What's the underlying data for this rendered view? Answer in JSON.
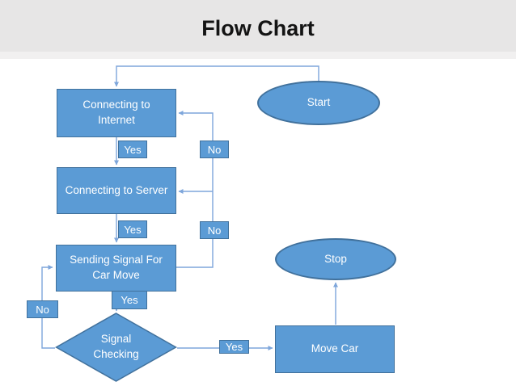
{
  "title": "Flow Chart",
  "colors": {
    "shape_fill": "#5B9BD5",
    "shape_border": "#41719C",
    "connector": "#7EA6DB",
    "title_band": "#E7E6E6",
    "shape_text": "#FFFFFF",
    "title_text": "#141414"
  },
  "nodes": {
    "start": "Start",
    "connecting_to_internet": "Connecting to\nInternet",
    "connecting_to_server": "Connecting to Server",
    "sending_signal_for_car_move": "Sending Signal For\nCar Move",
    "signal_checking": "Signal\nChecking",
    "move_car": "Move Car",
    "stop": "Stop"
  },
  "edge_labels": {
    "internet_yes": "Yes",
    "internet_no": "No",
    "server_yes": "Yes",
    "server_no": "No",
    "signal_yes": "Yes",
    "check_no": "No",
    "check_yes": "Yes"
  },
  "edges": [
    {
      "from": "start",
      "to": "connecting_to_internet",
      "label": ""
    },
    {
      "from": "connecting_to_internet",
      "to": "connecting_to_server",
      "label": "Yes"
    },
    {
      "from": "connecting_to_server",
      "to": "sending_signal_for_car_move",
      "label": "Yes"
    },
    {
      "from": "sending_signal_for_car_move",
      "to": "signal_checking",
      "label": "Yes"
    },
    {
      "from": "signal_checking",
      "to": "move_car",
      "label": "Yes"
    },
    {
      "from": "signal_checking",
      "to": "sending_signal_for_car_move",
      "label": "No"
    },
    {
      "from": "feedback_line",
      "to": "connecting_to_internet",
      "label": "No"
    },
    {
      "from": "feedback_line",
      "to": "connecting_to_server",
      "label": "No"
    },
    {
      "from": "move_car",
      "to": "stop",
      "label": ""
    }
  ]
}
